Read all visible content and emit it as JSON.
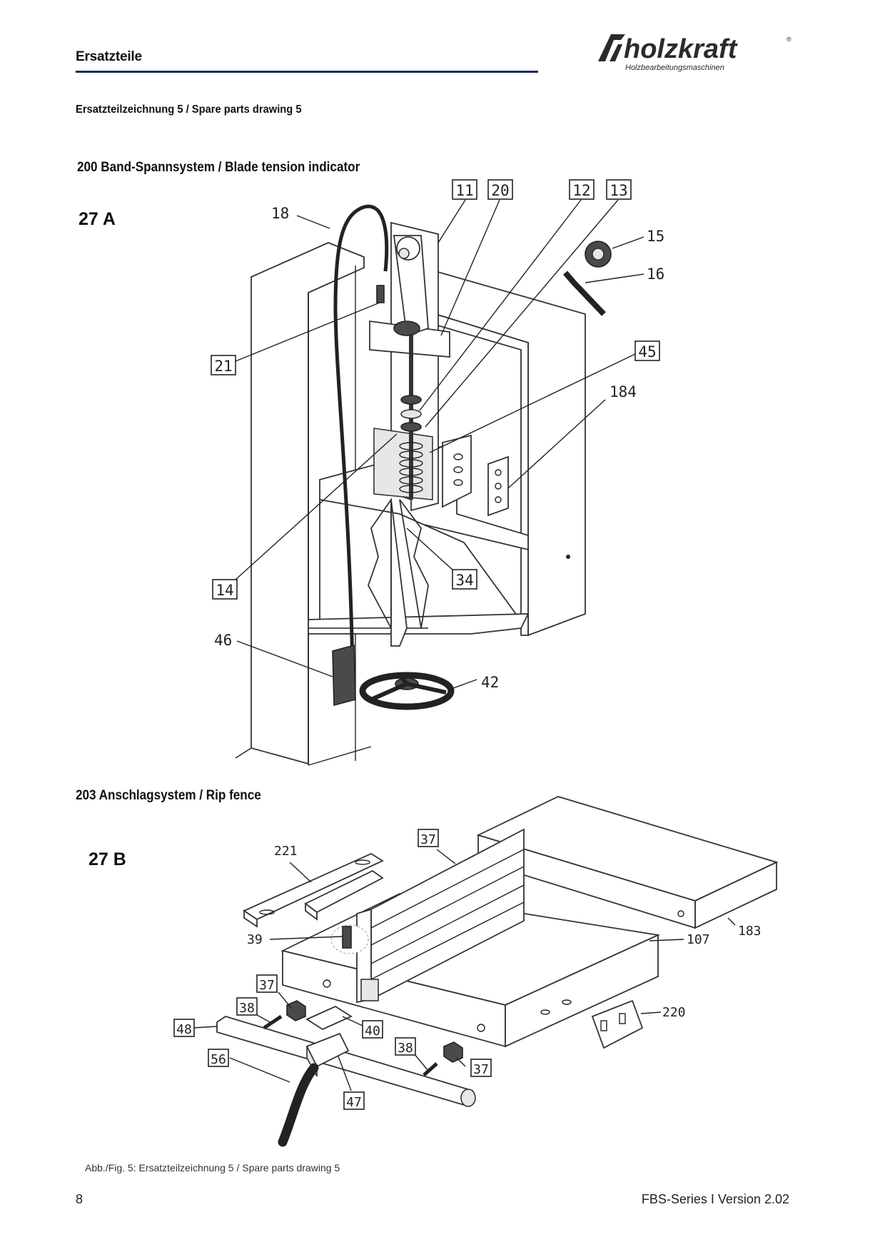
{
  "header": {
    "section_title": "Ersatzteile",
    "logo_text": "holzkraft",
    "logo_subtitle": "Holzbearbeitungsmaschinen",
    "logo_mark": "®"
  },
  "drawing_title": "Ersatzteilzeichnung 5 / Spare parts drawing 5",
  "section_a": {
    "heading": "200  Band-Spannsystem / Blade tension indicator",
    "figure_label": "27 A",
    "callouts": [
      "11",
      "20",
      "12",
      "13",
      "15",
      "16",
      "18",
      "21",
      "45",
      "184",
      "14",
      "34",
      "46",
      "42"
    ]
  },
  "section_b": {
    "heading": "203  Anschlagsystem / Rip fence",
    "figure_label": "27 B",
    "callouts": [
      "37",
      "221",
      "39",
      "183",
      "107",
      "37",
      "38",
      "48",
      "40",
      "220",
      "38",
      "37",
      "56",
      "47"
    ]
  },
  "caption": "Abb./Fig. 5: Ersatzteilzeichnung 5 / Spare parts drawing 5",
  "footer": {
    "page_number": "8",
    "version": "FBS-Series I Version 2.02"
  },
  "colors": {
    "rule": "#1f2b5e",
    "logo": "#2b2b2b"
  }
}
